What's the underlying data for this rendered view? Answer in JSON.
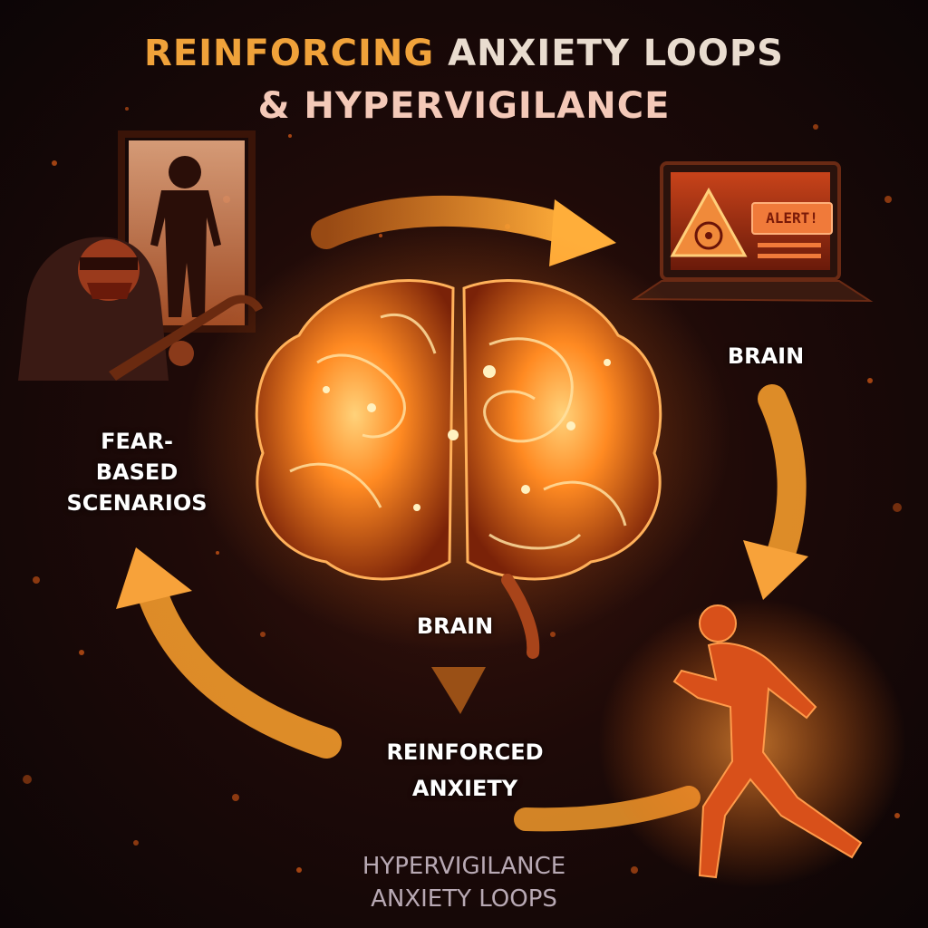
{
  "title": {
    "line1_accent": "REINFORCING",
    "line1_rest": "ANXIETY LOOPS",
    "line2": "& HYPERVIGILANCE"
  },
  "labels": {
    "fear_line1": "FEAR-",
    "fear_line2": "BASED",
    "fear_line3": "SCENARIOS",
    "brain_right": "BRAIN",
    "brain_center": "BRAIN",
    "reinforced_line1": "REINFORCED",
    "reinforced_line2": "ANXIETY"
  },
  "laptop": {
    "alert_text": "ALERT!"
  },
  "footer": {
    "line1": "HYPERVIGILANCE",
    "line2": "ANXIETY LOOPS"
  },
  "colors": {
    "background": "#1e0a08",
    "glow_orange": "#ff7a1a",
    "arrow_orange": "#f39a2c",
    "title_accent": "#f0a23a"
  }
}
